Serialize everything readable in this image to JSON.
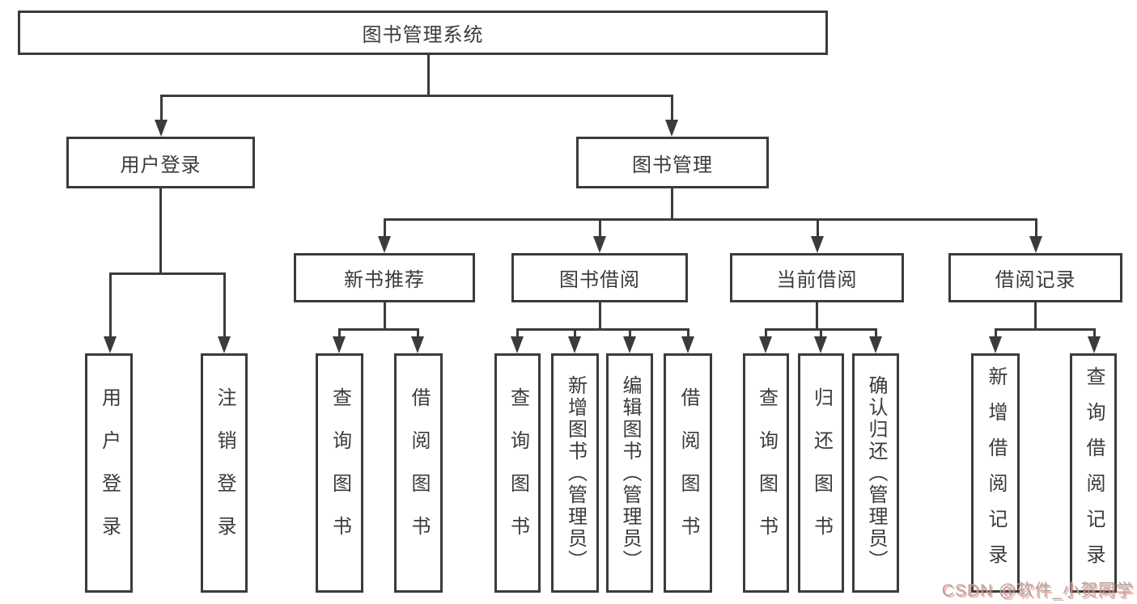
{
  "diagram": {
    "root": {
      "label": "图书管理系统"
    },
    "branches": [
      {
        "label": "用户登录",
        "children": [
          "用户登录",
          "注销登录"
        ]
      },
      {
        "label": "图书管理",
        "groups": [
          {
            "label": "新书推荐",
            "children": [
              "查询图书",
              "借阅图书"
            ]
          },
          {
            "label": "图书借阅",
            "children": [
              "查询图书",
              "新增图书（管理员）",
              "编辑图书（管理员）",
              "借阅图书"
            ]
          },
          {
            "label": "当前借阅",
            "children": [
              "查询图书",
              "归还图书",
              "确认归还（管理员）"
            ]
          },
          {
            "label": "借阅记录",
            "children": [
              "新增借阅记录",
              "查询借阅记录"
            ]
          }
        ]
      }
    ]
  },
  "watermark": {
    "text": "CSDN @软件_小贺同学"
  },
  "colors": {
    "line": "#3b3b3b",
    "background": "#ffffff",
    "watermark_shadow": "#fc5531"
  }
}
